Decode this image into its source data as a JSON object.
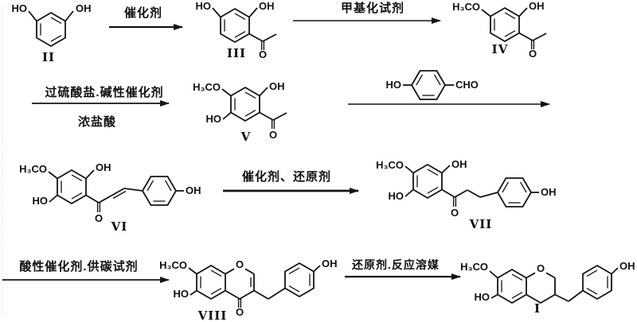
{
  "scheme": {
    "reagents": {
      "step1": "催化剂",
      "step2": "甲基化试剂",
      "step3_top": "过硫酸盐.碱性催化剂",
      "step3_bottom": "浓盐酸",
      "step4": "催化剂、还原剂",
      "step5": "酸性催化剂.供碳试剂",
      "step6": "还原剂.反应溶媒"
    },
    "compounds": {
      "I": "I",
      "II": "II",
      "III": "III",
      "IV": "IV",
      "V": "V",
      "VI": "VI",
      "VII": "VII",
      "VIII": "VIII"
    },
    "labels": {
      "HO": "HO",
      "OH": "OH",
      "O": "O",
      "H3CO": "H₃CO",
      "CHO": "CHO"
    },
    "colors": {
      "ink": "#141414",
      "background": "#ffffff"
    }
  }
}
